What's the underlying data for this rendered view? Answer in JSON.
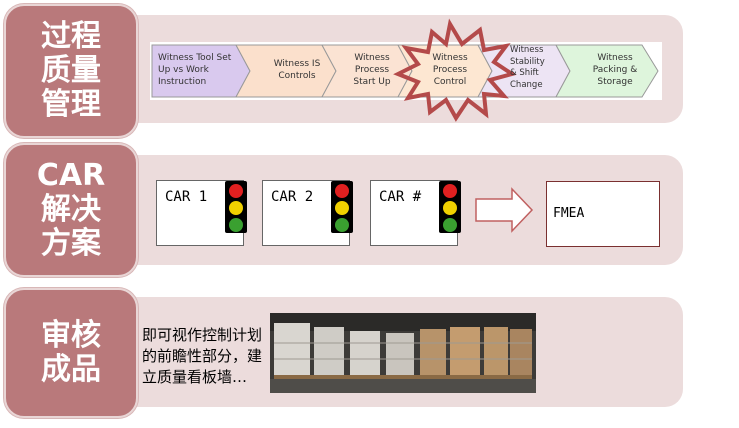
{
  "sections": [
    {
      "label": "过程\n质量\n管理"
    },
    {
      "label": "CAR\n解决\n方案"
    },
    {
      "label": "审核\n成品"
    }
  ],
  "process_steps": [
    {
      "label": "Witness Tool Set Up vs Work Instruction",
      "color": "#d9c9ee"
    },
    {
      "label": "Witness IS Controls",
      "color": "#fbe0cc"
    },
    {
      "label": "Witness Process Start Up",
      "color": "#fbe3d3"
    },
    {
      "label": "Witness Process Control",
      "color": "#fde7d2"
    },
    {
      "label": "Witness Stability & Shift Change",
      "color": "#ede4f4"
    },
    {
      "label": "Witness Packing & Storage",
      "color": "#def5dc"
    }
  ],
  "car_cards": [
    {
      "label": "CAR 1"
    },
    {
      "label": "CAR 2"
    },
    {
      "label": "CAR #"
    }
  ],
  "fmea_label": "FMEA",
  "audit_text": "即可视作控制计划的前瞻性部分，建立质量看板墙…",
  "colors": {
    "accent": "#b9797b",
    "panel": "#ecdcdc",
    "burst": "#b44a4a"
  }
}
